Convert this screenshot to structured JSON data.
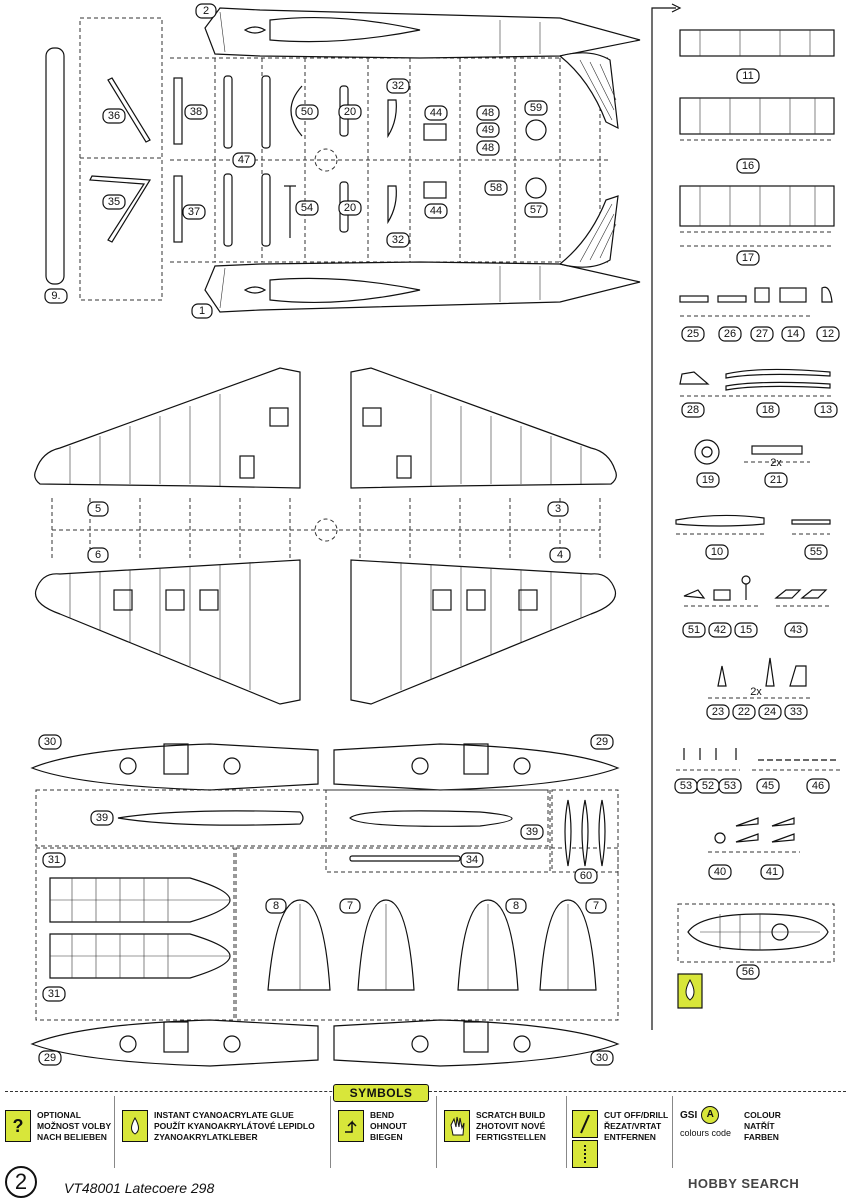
{
  "parts": {
    "p1": "1",
    "p2": "2",
    "p3": "3",
    "p4": "4",
    "p5": "5",
    "p6": "6",
    "p7": "7",
    "p8": "8",
    "p9": "9.",
    "p10": "10",
    "p11": "11",
    "p12": "12",
    "p13": "13",
    "p14": "14",
    "p15": "15",
    "p16": "16",
    "p17": "17",
    "p18": "18",
    "p19": "19",
    "p20": "20",
    "p21": "21",
    "p22": "22",
    "p23": "23",
    "p24": "24",
    "p25": "25",
    "p26": "26",
    "p27": "27",
    "p28": "28",
    "p29": "29",
    "p30": "30",
    "p31": "31",
    "p32": "32",
    "p33": "33",
    "p34": "34",
    "p35": "35",
    "p36": "36",
    "p37": "37",
    "p38": "38",
    "p39": "39",
    "p40": "40",
    "p41": "41",
    "p42": "42",
    "p43": "43",
    "p44": "44",
    "p45": "45",
    "p46": "46",
    "p47": "47",
    "p48": "48",
    "p49": "49",
    "p50": "50",
    "p51": "51",
    "p52": "52",
    "p53": "53",
    "p54": "54",
    "p55": "55",
    "p56": "56",
    "p57": "57",
    "p58": "58",
    "p59": "59",
    "p60": "60"
  },
  "annotations": {
    "x2": "2x"
  },
  "symbols": {
    "title": "SYMBOLS",
    "optional": [
      "OPTIONAL",
      "MOŽNOST VOLBY",
      "NACH BELIEBEN"
    ],
    "glue": [
      "INSTANT CYANOACRYLATE GLUE",
      "POUŽÍT KYANOAKRYLÁTOVÉ LEPIDLO",
      "ZYANOAKRYLATKLEBER"
    ],
    "bend": [
      "BEND",
      "OHNOUT",
      "BIEGEN"
    ],
    "scratch": [
      "SCRATCH BUILD",
      "ZHOTOVIT NOVÉ",
      "FERTIGSTELLEN"
    ],
    "cut": [
      "CUT OFF/DRILL",
      "ŘEZAT/VRTAT",
      "ENTFERNEN"
    ],
    "gsi_label": "GSI",
    "gsi_code": "colours code",
    "colour": [
      "COLOUR",
      "NATŘÍT",
      "FARBEN"
    ]
  },
  "footer": {
    "page_number": "2",
    "kit_title": "VT48001 Latecoere 298",
    "watermark": "HOBBY SEARCH"
  },
  "colors": {
    "accent": "#d8e63a",
    "line": "#111111"
  }
}
